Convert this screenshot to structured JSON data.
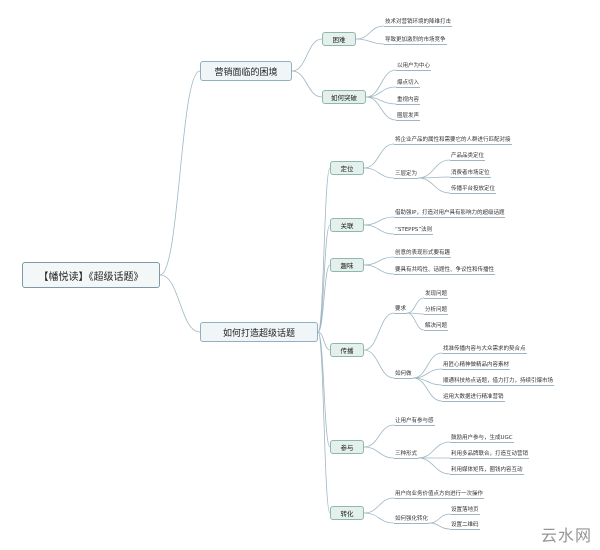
{
  "root": "【幡悦读】《超级话题》",
  "branches": [
    {
      "label": "营销面临的困境",
      "children": [
        {
          "label": "困难",
          "items": [
            "技术对营销环境的降维打击",
            "导致更加激烈的市场竞争"
          ]
        },
        {
          "label": "如何突破",
          "items": [
            "以用户为中心",
            "爆点切入",
            "重视内容",
            "圈层发声"
          ]
        }
      ]
    },
    {
      "label": "如何打造超级话题",
      "children": [
        {
          "label": "定位",
          "items": [
            {
              "text": "将企业产品的属性和需要它的人群进行匹配对接"
            },
            {
              "text": "三层定为",
              "sub": [
                "产品品类定位",
                "消费者市场定位",
                "传播平台投放定位"
              ]
            }
          ]
        },
        {
          "label": "关联",
          "items": [
            {
              "text": "借助强IP，打造对用户具有影响力的超级话题"
            },
            {
              "text": "“STEPPS”法则"
            }
          ]
        },
        {
          "label": "趣味",
          "items": [
            {
              "text": "创意的表现形式要有趣"
            },
            {
              "text": "要具有共鸣性、话题性、争议性和传播性"
            }
          ]
        },
        {
          "label": "传播",
          "items": [
            {
              "text": "要求",
              "sub": [
                "发现问题",
                "分析问题",
                "解决问题"
              ]
            },
            {
              "text": "如何做",
              "sub": [
                "找准传播内容与大众需求的契合点",
                "用匠心精神做精品内容素材",
                "顺通科技热点话题，借力打力，持续引爆市场",
                "运用大数据进行精准营销"
              ]
            }
          ]
        },
        {
          "label": "参与",
          "items": [
            {
              "text": "让用户有参与感"
            },
            {
              "text": "三种形式",
              "sub": [
                "鼓励用户参与，生成UGC",
                "利用多品牌联合，打造互动营销",
                "利用媒体矩阵，圈钱内容互动"
              ]
            }
          ]
        },
        {
          "label": "转化",
          "items": [
            {
              "text": "用户向业务价值点方向进行一次操作"
            },
            {
              "text": "如何强化转化",
              "sub": [
                "设置落地页",
                "设置二维码"
              ]
            }
          ]
        }
      ]
    }
  ],
  "watermark": "云水网",
  "colors": {
    "line": "#9fb6c2",
    "node_border": "#8aa8b8",
    "leaf_fill": "#e3f0ec"
  }
}
